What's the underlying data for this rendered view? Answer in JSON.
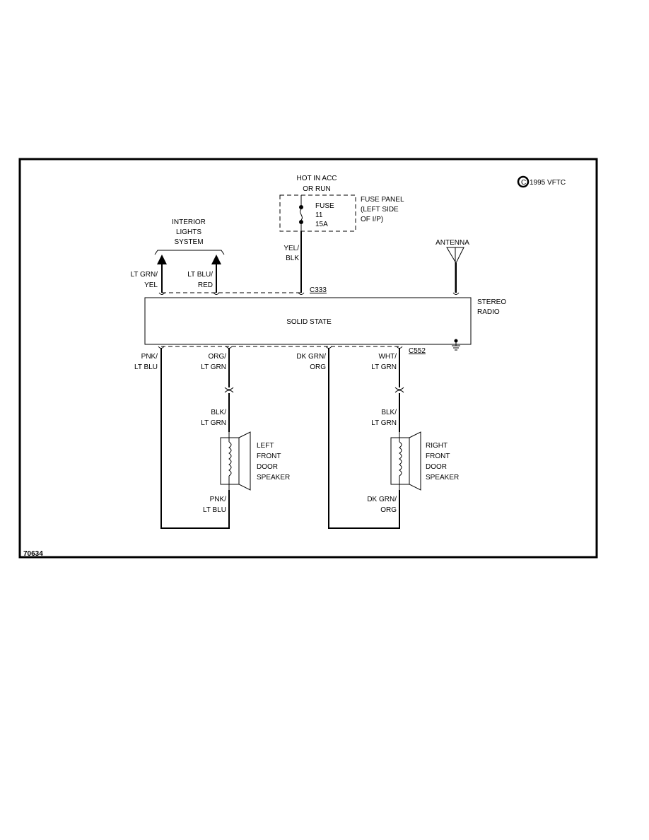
{
  "copyright": "1995 VFTC",
  "figure_number": "70634",
  "power": {
    "line1": "HOT IN ACC",
    "line2": "OR RUN"
  },
  "fuse": {
    "name": "FUSE",
    "number": "11",
    "rating": "15A"
  },
  "fuse_panel": {
    "line1": "FUSE PANEL",
    "line2": "(LEFT SIDE",
    "line3": "OF I/P)"
  },
  "interior_lights": {
    "line1": "INTERIOR",
    "line2": "LIGHTS",
    "line3": "SYSTEM"
  },
  "antenna": "ANTENNA",
  "radio": {
    "name_line1": "STEREO",
    "name_line2": "RADIO",
    "body": "SOLID STATE"
  },
  "connectors": {
    "top": "C333",
    "bottom": "C552"
  },
  "wires": {
    "lt_grn_yel": {
      "l1": "LT GRN/",
      "l2": "YEL"
    },
    "lt_blu_red": {
      "l1": "LT BLU/",
      "l2": "RED"
    },
    "yel_blk": {
      "l1": "YEL/",
      "l2": "BLK"
    },
    "pnk_lt_blu_top": {
      "l1": "PNK/",
      "l2": "LT BLU"
    },
    "org_lt_grn": {
      "l1": "ORG/",
      "l2": "LT GRN"
    },
    "dk_grn_org_top": {
      "l1": "DK GRN/",
      "l2": "ORG"
    },
    "wht_lt_grn": {
      "l1": "WHT/",
      "l2": "LT GRN"
    },
    "blk_lt_grn_left": {
      "l1": "BLK/",
      "l2": "LT GRN"
    },
    "blk_lt_grn_right": {
      "l1": "BLK/",
      "l2": "LT GRN"
    },
    "pnk_lt_blu_bottom": {
      "l1": "PNK/",
      "l2": "LT BLU"
    },
    "dk_grn_org_bottom": {
      "l1": "DK GRN/",
      "l2": "ORG"
    }
  },
  "left_speaker": {
    "l1": "LEFT",
    "l2": "FRONT",
    "l3": "DOOR",
    "l4": "SPEAKER"
  },
  "right_speaker": {
    "l1": "RIGHT",
    "l2": "FRONT",
    "l3": "DOOR",
    "l4": "SPEAKER"
  }
}
